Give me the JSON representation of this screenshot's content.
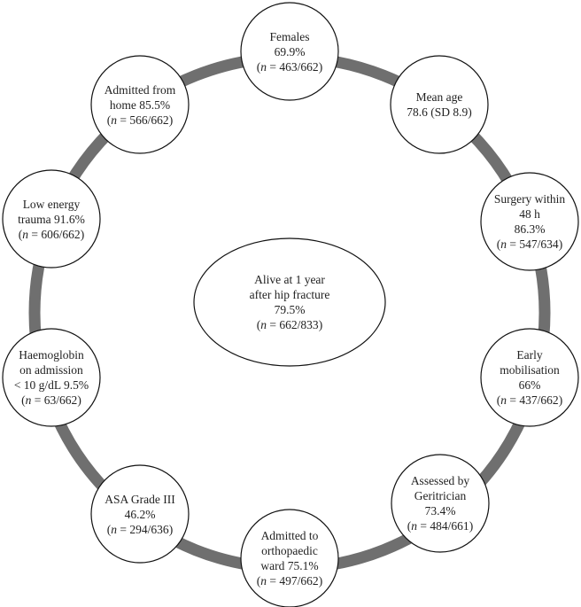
{
  "diagram": {
    "center": {
      "lines": [
        "Alive at 1 year",
        "after hip fracture",
        "79.5%"
      ],
      "n_value": "662/833"
    },
    "factors": [
      {
        "id": "females",
        "lines": [
          "Females",
          "69.9%"
        ],
        "n_value": "463/662"
      },
      {
        "id": "mean-age",
        "lines": [
          "Mean age",
          "78.6 (SD 8.9)"
        ],
        "n_value": ""
      },
      {
        "id": "surgery-within-48h",
        "lines": [
          "Surgery within",
          "48 h",
          "86.3%"
        ],
        "n_value": "547/634"
      },
      {
        "id": "early-mobilisation",
        "lines": [
          "Early",
          "mobilisation",
          "66%"
        ],
        "n_value": "437/662"
      },
      {
        "id": "assessed-by-geritrician",
        "lines": [
          "Assessed by",
          "Geritrician",
          "73.4%"
        ],
        "n_value": "484/661"
      },
      {
        "id": "admitted-to-orthopaedic-ward",
        "lines": [
          "Admitted to",
          "orthopaedic",
          "ward 75.1%"
        ],
        "n_value": "497/662"
      },
      {
        "id": "asa-grade-iii",
        "lines": [
          "ASA Grade III",
          "46.2%"
        ],
        "n_value": "294/636"
      },
      {
        "id": "haemoglobin-on-admission",
        "lines": [
          "Haemoglobin",
          "on admission",
          "< 10 g/dL 9.5%"
        ],
        "n_value": "63/662"
      },
      {
        "id": "low-energy-trauma",
        "lines": [
          "Low energy",
          "trauma 91.6%"
        ],
        "n_value": "606/662"
      },
      {
        "id": "admitted-from-home",
        "lines": [
          "Admitted from",
          "home 85.5%"
        ],
        "n_value": "566/662"
      }
    ],
    "n_label": "n",
    "ring_color": "#6f6f6f",
    "node_stroke": "#111111"
  }
}
